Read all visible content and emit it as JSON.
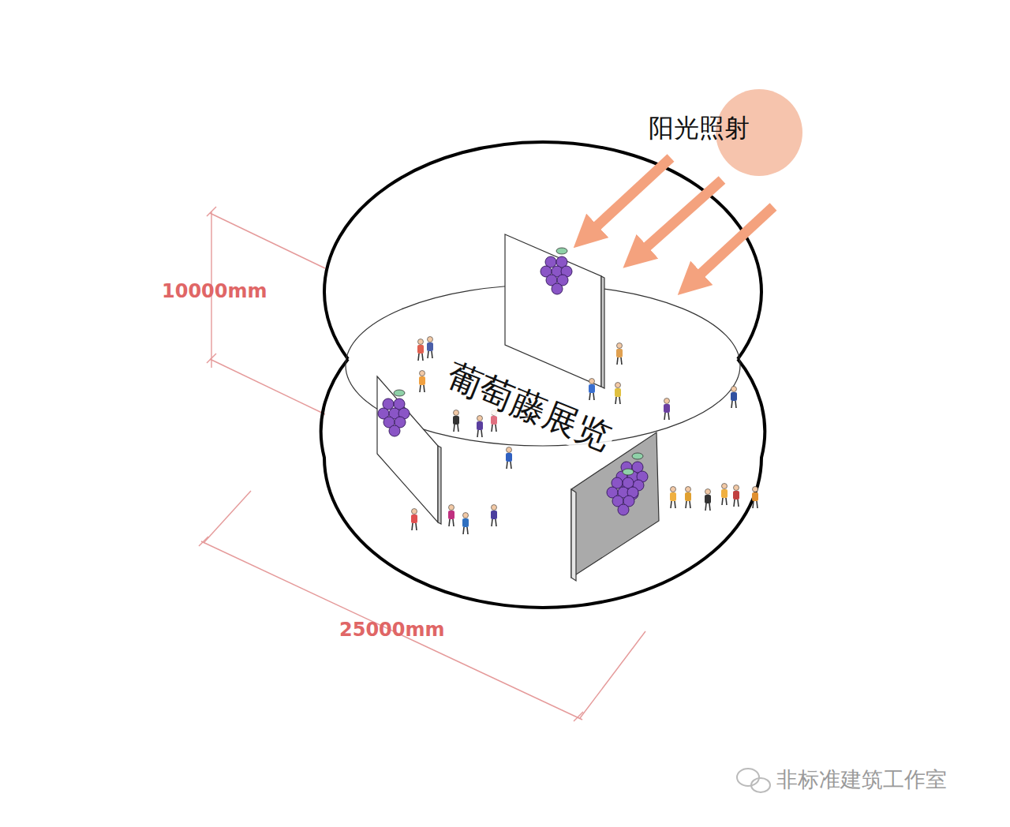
{
  "diagram": {
    "labels": [
      "阳光照射",
      "葡萄藤展览",
      "10000mm",
      "25000mm",
      "非标准建筑工作室"
    ]
  }
}
